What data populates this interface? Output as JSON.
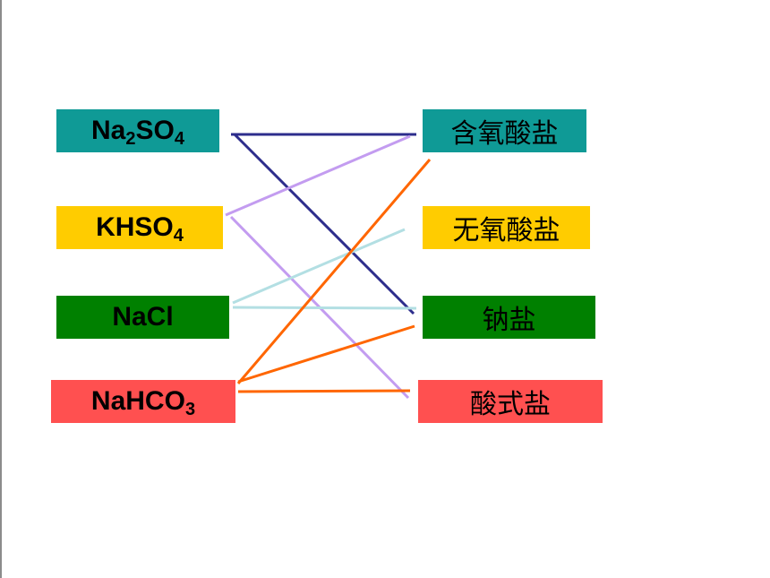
{
  "left_items": [
    {
      "base": "Na",
      "sub1": "2",
      "mid": "SO",
      "sub2": "4",
      "color": "#0f9a96"
    },
    {
      "base": "KHSO",
      "sub1": "4",
      "mid": "",
      "sub2": "",
      "color": "#ffcc00"
    },
    {
      "base": "NaCl",
      "sub1": "",
      "mid": "",
      "sub2": "",
      "color": "#008000"
    },
    {
      "base": "NaHCO",
      "sub1": "3",
      "mid": "",
      "sub2": "",
      "color": "#ff5050"
    }
  ],
  "right_items": [
    {
      "label": "含氧酸盐",
      "color": "#0f9a96"
    },
    {
      "label": "无氧酸盐",
      "color": "#ffcc00"
    },
    {
      "label": "钠盐",
      "color": "#008000"
    },
    {
      "label": "酸式盐",
      "color": "#ff5050"
    }
  ],
  "connections": [
    {
      "from": 0,
      "to": 0,
      "color": "#2d2d8c"
    },
    {
      "from": 0,
      "to": 2,
      "color": "#2d2d8c"
    },
    {
      "from": 1,
      "to": 0,
      "color": "#c39cf0"
    },
    {
      "from": 1,
      "to": 3,
      "color": "#c39cf0"
    },
    {
      "from": 2,
      "to": 1,
      "color": "#b3dfe3"
    },
    {
      "from": 2,
      "to": 2,
      "color": "#b3dfe3"
    },
    {
      "from": 3,
      "to": 0,
      "color": "#ff6600"
    },
    {
      "from": 3,
      "to": 2,
      "color": "#ff6600"
    },
    {
      "from": 3,
      "to": 3,
      "color": "#ff6600"
    }
  ]
}
